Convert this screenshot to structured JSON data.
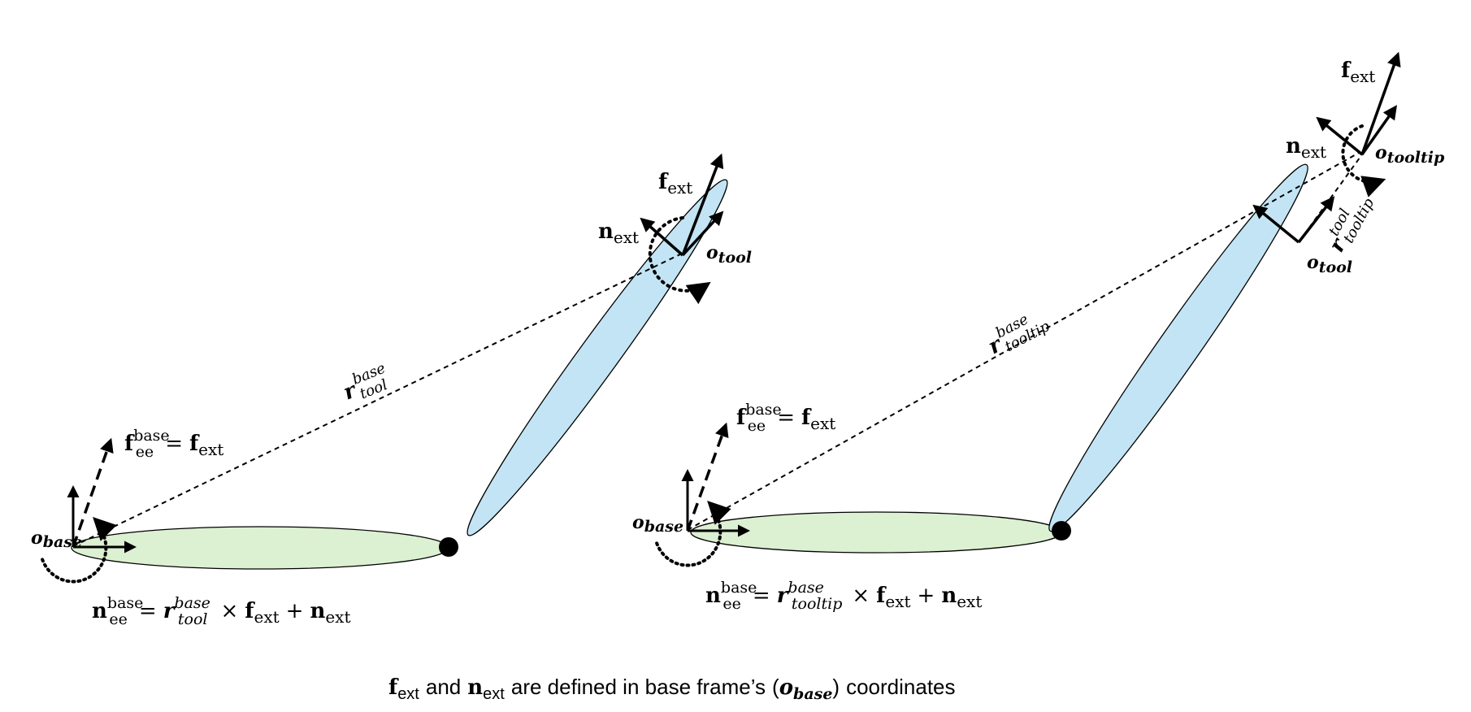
{
  "colors": {
    "link_base_fill": "#dcf0d2",
    "link_tool_fill": "#c3e4f4",
    "stroke": "#000000",
    "background": "#ffffff"
  },
  "symbols": {
    "f": "f",
    "n": "n",
    "r": "r",
    "o": "o",
    "ext": "ext",
    "ee": "ee",
    "base_upright": "base",
    "base": "base",
    "tool": "tool",
    "tooltip": "tooltip",
    "equals": "=",
    "times": "×",
    "plus": "+"
  },
  "left_panel": {
    "label_o_base": "o_base",
    "label_o_tool": "o_tool",
    "label_f_ext": "f_ext",
    "label_n_ext": "n_ext",
    "label_r_tool_base": "r^base_tool",
    "eq_f": "f_ee^base = f_ext",
    "eq_n": "n_ee^base = r^base_tool × f_ext + n_ext"
  },
  "right_panel": {
    "label_o_base": "o_base",
    "label_o_tool": "o_tool",
    "label_o_tooltip": "o_tooltip",
    "label_f_ext": "f_ext",
    "label_n_ext": "n_ext",
    "label_r_tooltip_base": "r^base_tooltip",
    "label_r_tooltip_tool": "r^tool_tooltip",
    "eq_f": "f_ee^base = f_ext",
    "eq_n": "n_ee^base = r^base_tooltip × f_ext + n_ext"
  },
  "caption": {
    "and": "and",
    "text": "are defined in base frame’s",
    "open": "(",
    "close": ")",
    "tail": "coordinates"
  }
}
